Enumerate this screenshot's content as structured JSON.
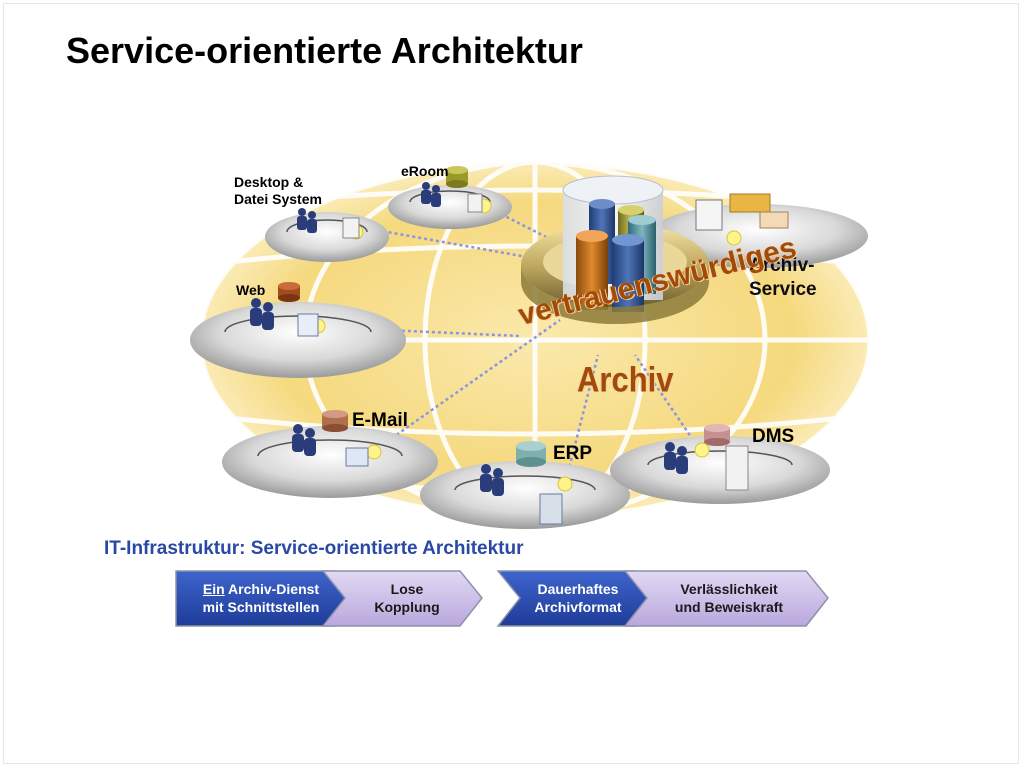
{
  "title": "Service-orientierte Architektur",
  "diagram": {
    "nodes": {
      "desktop": {
        "line1": "Desktop &",
        "line2": "Datei System"
      },
      "eroom": {
        "label": "eRoom"
      },
      "web": {
        "label": "Web"
      },
      "email": {
        "label": "E-Mail"
      },
      "erp": {
        "label": "ERP"
      },
      "dms": {
        "label": "DMS"
      },
      "archiv_service": {
        "line1": "Archiv-",
        "line2": "Service"
      }
    },
    "center": {
      "line1": "vertrauenswürdiges",
      "line2": "Archiv"
    }
  },
  "subtitle": "IT-Infrastruktur: Service-orientierte Architektur",
  "chevrons": {
    "left": {
      "first": {
        "line1_underlined": "Ein",
        "line1_rest": " Archiv-Dienst",
        "line2": "mit Schnittstellen"
      },
      "second": {
        "line1": "Lose",
        "line2": "Kopplung"
      }
    },
    "right": {
      "first": {
        "line1": "Dauerhaftes",
        "line2": "Archivformat"
      },
      "second": {
        "line1": "Verlässlichkeit",
        "line2": "und Beweiskraft"
      }
    }
  },
  "colors": {
    "chevron_dark": "#2c4fb8",
    "chevron_light": "#cfc2e8",
    "globe": "#f2d47a",
    "subtitle": "#2a48a5",
    "center_text": "#a24a0a"
  }
}
